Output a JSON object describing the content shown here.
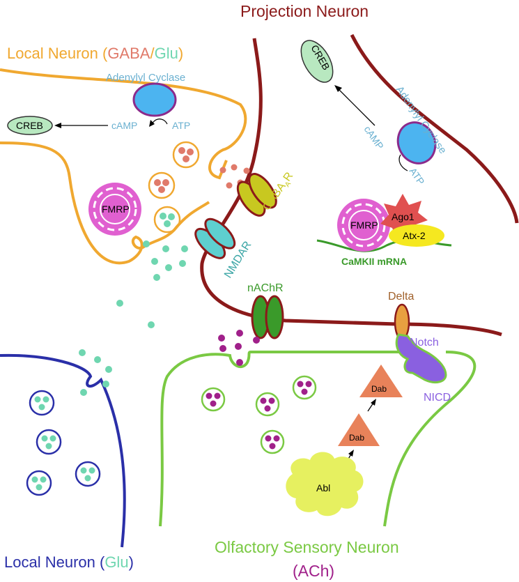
{
  "labels": {
    "projection_neuron": "Projection Neuron",
    "local_neuron_top_prefix": "Local Neuron (",
    "gaba": "GABA",
    "slash": "/",
    "glu": "Glu",
    "close_paren": ")",
    "adenylyl_cyclase_left": "Adenylyl Cyclase",
    "adenylyl_cyclase_right": "Adenylyl Cyclase",
    "creb_left": "CREB",
    "creb_right": "CREB",
    "camp_left": "cAMP",
    "atp_left": "ATP",
    "camp_right": "cAMP",
    "atp_right": "ATP",
    "fmrp_left": "FMRP",
    "fmrp_right": "FMRP",
    "ago1": "Ago1",
    "atx2": "Atx-2",
    "camkii_mrna": "CaMKII mRNA",
    "gabaar_main": "GABA",
    "gabaar_sub": "A",
    "gabaar_end": "R",
    "nmdar": "NMDAR",
    "nachr": "nAChR",
    "delta": "Delta",
    "notch": "Notch",
    "nicd": "NICD",
    "dab_top": "Dab",
    "dab_bottom": "Dab",
    "abl": "Abl",
    "osn_line1": "Olfactory Sensory Neuron",
    "osn_line2": "(ACh)",
    "local_neuron_bottom_prefix": "Local Neuron (",
    "local_neuron_bottom_glu": "Glu",
    "local_neuron_bottom_close": ")"
  },
  "colors": {
    "projection": "#8b1a1a",
    "local_orange": "#f0a830",
    "gaba_red": "#e07a6a",
    "glu_teal": "#6fd6b0",
    "blue_neuron": "#2a2fa8",
    "osn_green": "#7ac943",
    "ach_purple": "#a0208a",
    "adenylyl_blue": "#6ab0d0",
    "fmrp_pink": "#e060d0",
    "dab_orange": "#e8825a",
    "notch_purple": "#8a60e0",
    "abl_yellow": "#e6f060"
  }
}
